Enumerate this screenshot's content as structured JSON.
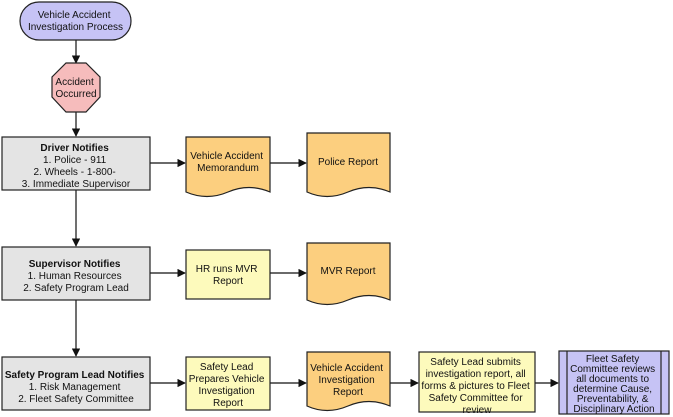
{
  "colors": {
    "start_fill": "#c6c3f5",
    "stop_fill": "#f6bcbc",
    "process_fill": "#e4e4e4",
    "doc_fill": "#fccf7f",
    "action_fill": "#fdfabc",
    "subprocess_fill": "#c6c3f5",
    "stroke": "#222222"
  },
  "nodes": {
    "start": {
      "lines": [
        "Vehicle Accident",
        "Investigation Process"
      ]
    },
    "accident": {
      "lines": [
        "Accident",
        "Occurred"
      ]
    },
    "driver": {
      "title": "Driver Notifies",
      "lines": [
        "1. Police - 911",
        "2. Wheels - 1-800-",
        "3. Immediate Supervisor"
      ]
    },
    "memo": {
      "lines": [
        "Vehicle Accident",
        "Memorandum"
      ]
    },
    "police_report": {
      "lines": [
        "Police Report"
      ]
    },
    "supervisor": {
      "title": "Supervisor Notifies",
      "lines": [
        "1. Human Resources",
        "2. Safety Program Lead"
      ]
    },
    "hr_mvr": {
      "lines": [
        "HR runs MVR",
        "Report"
      ]
    },
    "mvr_report": {
      "lines": [
        "MVR Report"
      ]
    },
    "safety_lead": {
      "title": "Safety Program Lead Notifies",
      "lines": [
        "1. Risk Management",
        "2. Fleet Safety Committee"
      ]
    },
    "prepares": {
      "lines": [
        "Safety Lead",
        "Prepares Vehicle",
        "Investigation",
        "Report"
      ]
    },
    "vi_report": {
      "lines": [
        "Vehicle Accident",
        "Investigation",
        "Report"
      ]
    },
    "submits": {
      "lines": [
        "Safety Lead submits",
        "investigation report, all",
        "forms & pictures to Fleet",
        "Safety Committee for",
        "review"
      ]
    },
    "committee": {
      "lines": [
        "Fleet Safety",
        "Committee reviews",
        "all documents to",
        "determine Cause,",
        "Preventability, &",
        "Disciplinary Action"
      ]
    }
  }
}
